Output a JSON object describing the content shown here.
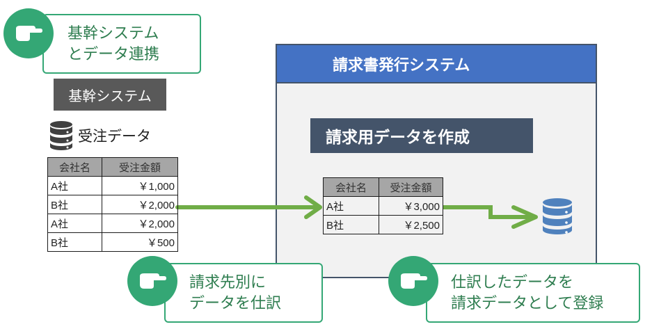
{
  "callouts": [
    {
      "lines": [
        "基幹システム",
        "とデータ連携"
      ],
      "icon": "pointing-hand-icon"
    },
    {
      "lines": [
        "請求先別に",
        "データを仕訳"
      ],
      "icon": "pointing-hand-icon"
    },
    {
      "lines": [
        "仕訳したデータを",
        "請求データとして登録"
      ],
      "icon": "pointing-hand-icon"
    }
  ],
  "source_system": {
    "label": "基幹システム",
    "db_label": "受注データ",
    "table": {
      "headers": [
        "会社名",
        "受注金額"
      ],
      "rows": [
        [
          "A社",
          "￥1,000"
        ],
        [
          "B社",
          "￥2,000"
        ],
        [
          "A社",
          "￥2,000"
        ],
        [
          "B社",
          "￥500"
        ]
      ]
    }
  },
  "billing_system": {
    "title": "請求書発行システム",
    "step_label": "請求用データを作成",
    "table": {
      "headers": [
        "会社名",
        "受注金額"
      ],
      "rows": [
        [
          "A社",
          "￥3,000"
        ],
        [
          "B社",
          "￥2,500"
        ]
      ]
    }
  },
  "colors": {
    "accent_green": "#34a775",
    "arrow_green": "#70ad47",
    "header_blue": "#4472c4",
    "slate": "#44546a",
    "db_blue": "#4f81bd",
    "db_dark": "#404040"
  }
}
